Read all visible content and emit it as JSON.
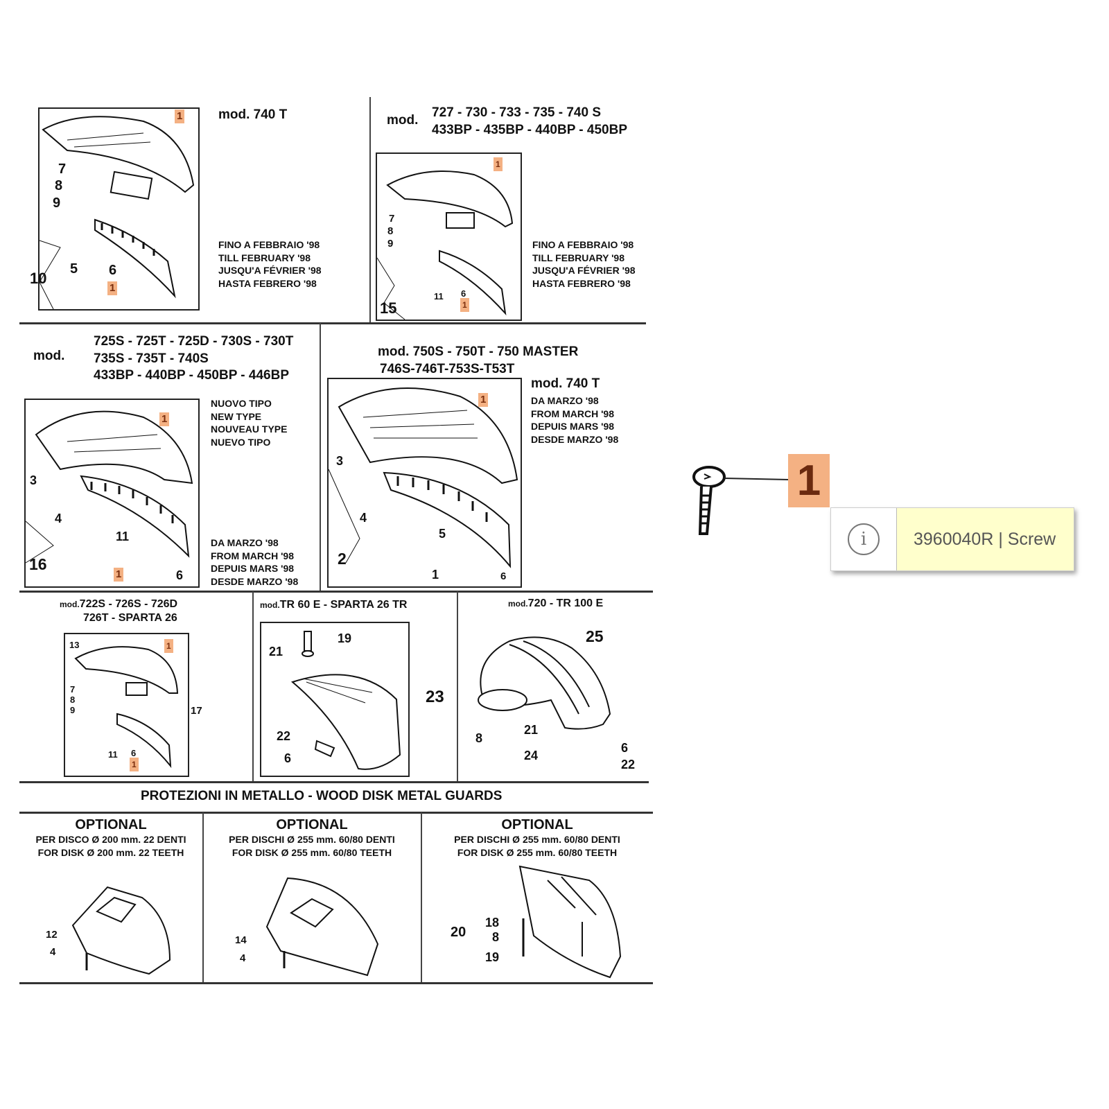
{
  "panels": {
    "a": {
      "model": "mod. 740 T",
      "notes": [
        "FINO A FEBBRAIO '98",
        "TILL FEBRUARY '98",
        "JUSQU'A FÉVRIER '98",
        "HASTA FEBRERO '98"
      ],
      "callouts": [
        "1",
        "7",
        "8",
        "9",
        "10",
        "5",
        "6",
        "1"
      ]
    },
    "b": {
      "mod": "mod.",
      "models": [
        "727 - 730 - 733 - 735 - 740 S",
        "433BP - 435BP - 440BP - 450BP"
      ],
      "notes": [
        "FINO A FEBBRAIO '98",
        "TILL FEBRUARY '98",
        "JUSQU'A FÉVRIER '98",
        "HASTA FEBRERO '98"
      ],
      "callouts": [
        "1",
        "7",
        "8",
        "9",
        "11",
        "6",
        "1",
        "15"
      ]
    },
    "c": {
      "mod": "mod.",
      "models": [
        "725S - 725T - 725D - 730S - 730T",
        "735S - 735T - 740S",
        "433BP - 440BP - 450BP - 446BP"
      ],
      "notes_new": [
        "NUOVO TIPO",
        "NEW TYPE",
        "NOUVEAU TYPE",
        "NUEVO TIPO"
      ],
      "notes_date": [
        "DA MARZO '98",
        "FROM MARCH '98",
        "DEPUIS MARS '98",
        "DESDE MARZO '98"
      ],
      "callouts": [
        "1",
        "3",
        "4",
        "11",
        "16",
        "1",
        "6"
      ]
    },
    "d": {
      "models": [
        "mod. 750S - 750T - 750 MASTER",
        "746S-746T-753S-T53T"
      ],
      "model2": "mod. 740 T",
      "notes": [
        "DA MARZO '98",
        "FROM MARCH '98",
        "DEPUIS MARS '98",
        "DESDE MARZO '98"
      ],
      "callouts": [
        "1",
        "3",
        "4",
        "5",
        "2",
        "1",
        "6"
      ]
    },
    "e": {
      "mod": "mod.",
      "models": [
        "722S - 726S - 726D",
        "726T - SPARTA 26"
      ],
      "callouts": [
        "13",
        "1",
        "7",
        "8",
        "9",
        "17",
        "11",
        "6",
        "1"
      ]
    },
    "f": {
      "mod": "mod.",
      "model": "TR 60 E - SPARTA 26 TR",
      "callouts": [
        "19",
        "21",
        "23",
        "22",
        "6"
      ]
    },
    "g": {
      "mod": "mod.",
      "model": "720 - TR 100 E",
      "callouts": [
        "25",
        "21",
        "8",
        "24",
        "6",
        "22"
      ]
    }
  },
  "section_title": "PROTEZIONI IN METALLO - WOOD DISK METAL GUARDS",
  "optional": [
    {
      "title": "OPTIONAL",
      "lines": [
        "PER DISCO Ø 200 mm. 22 DENTI",
        "FOR DISK Ø 200 mm. 22 TEETH"
      ],
      "callouts": [
        "12",
        "4"
      ]
    },
    {
      "title": "OPTIONAL",
      "lines": [
        "PER DISCHI Ø 255 mm. 60/80 DENTI",
        "FOR DISK Ø 255 mm. 60/80 TEETH"
      ],
      "callouts": [
        "14",
        "4"
      ]
    },
    {
      "title": "OPTIONAL",
      "lines": [
        "PER DISCHI Ø 255 mm. 60/80 DENTI",
        "FOR DISK Ø 255 mm. 60/80 TEETH"
      ],
      "callouts": [
        "20",
        "18",
        "8",
        "19"
      ]
    }
  ],
  "detail": {
    "callout": "1",
    "tooltip_text": "3960040R | Screw",
    "icon": "info-icon",
    "highlight_color": "#f4b183",
    "tooltip_color": "#ffffcc"
  }
}
